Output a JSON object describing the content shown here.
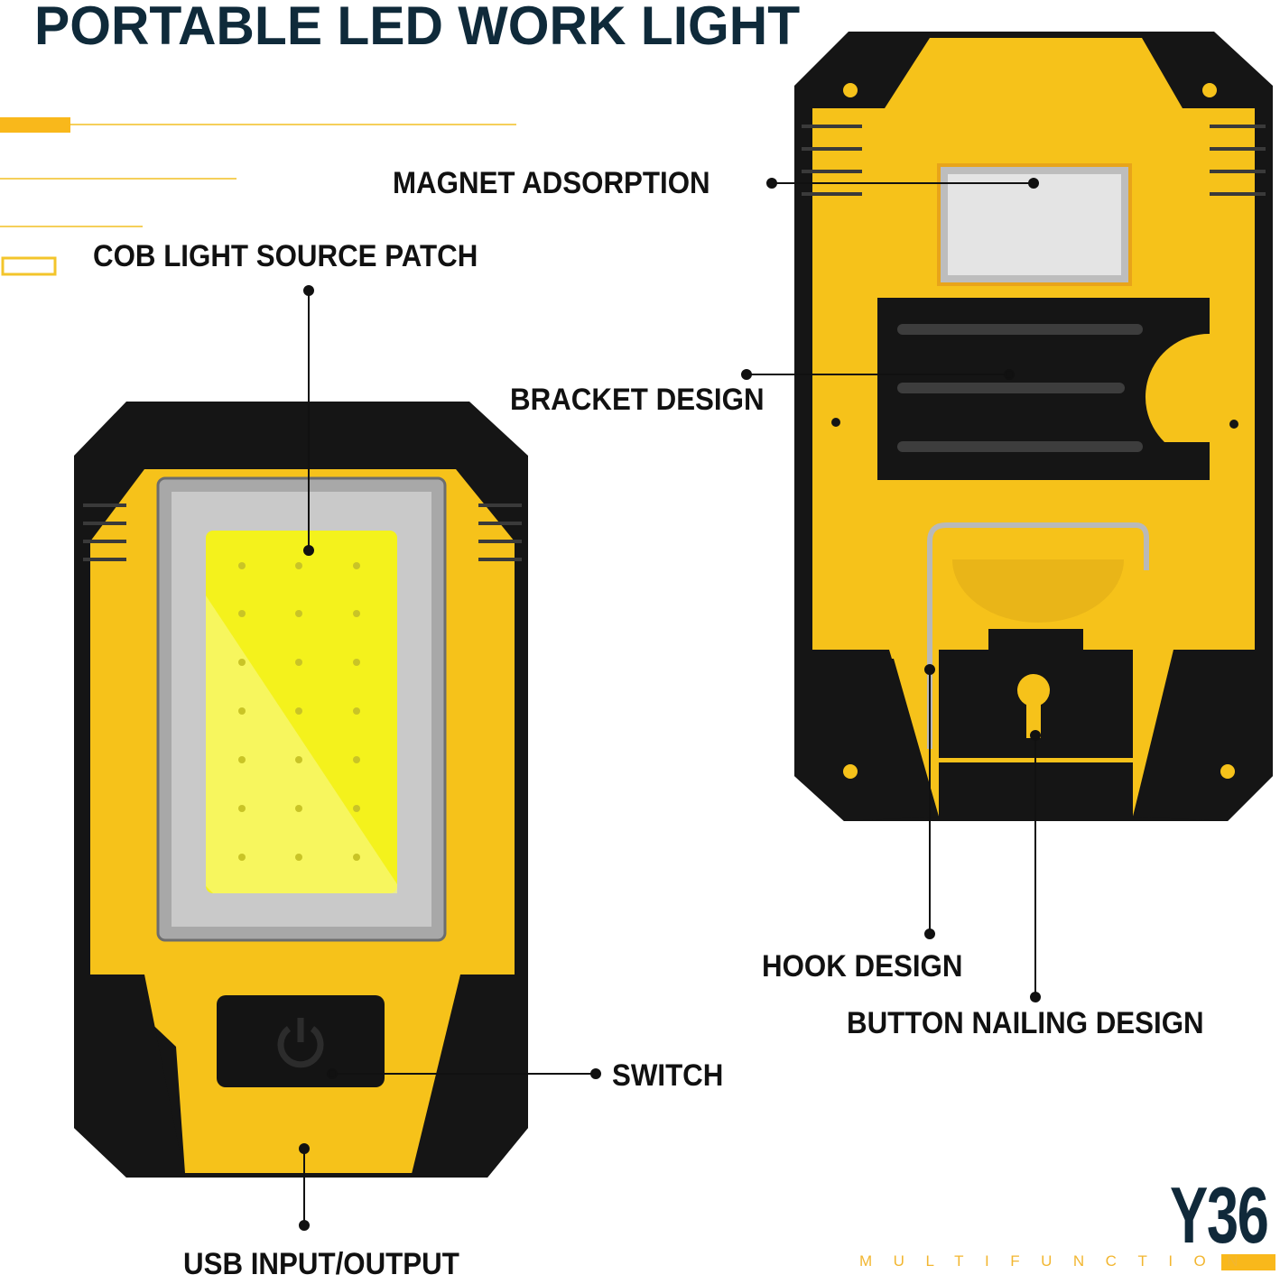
{
  "title": "PORTABLE LED WORK LIGHT",
  "labels": {
    "magnet": "MAGNET ADSORPTION",
    "cob": "COB LIGHT SOURCE PATCH",
    "bracket": "BRACKET DESIGN",
    "hook": "HOOK DESIGN",
    "button_nailing": "BUTTON NAILING DESIGN",
    "switch": "SWITCH",
    "usb": "USB INPUT/OUTPUT"
  },
  "badge": {
    "model": "Y36",
    "subtitle": "MULTIFUNCTION"
  },
  "colors": {
    "accent": "#f9b81b",
    "title": "#0f2a3a",
    "body_yellow": "#f6c21a",
    "cob": "#f4f21c"
  }
}
